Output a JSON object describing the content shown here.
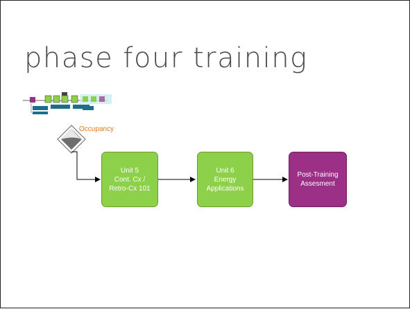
{
  "slide": {
    "title": "phase four training"
  },
  "diagram": {
    "decision": {
      "label": "Occupancy"
    },
    "nodes": [
      {
        "id": "unit5",
        "lines": [
          "Unit 5",
          "Cont. Cx /",
          "Retro-Cx 101"
        ],
        "color": "#8dd04a"
      },
      {
        "id": "unit6",
        "lines": [
          "Unit 6",
          "Energy",
          "Applications"
        ],
        "color": "#8dd04a"
      },
      {
        "id": "post",
        "lines": [
          "Post-Training",
          "Assesment"
        ],
        "color": "#9c2f86"
      }
    ]
  },
  "colors": {
    "title": "#4a4a4a",
    "green": "#8dd04a",
    "purple": "#9c2f86",
    "occupancy_label": "#e07820",
    "arrow": "#000000"
  }
}
